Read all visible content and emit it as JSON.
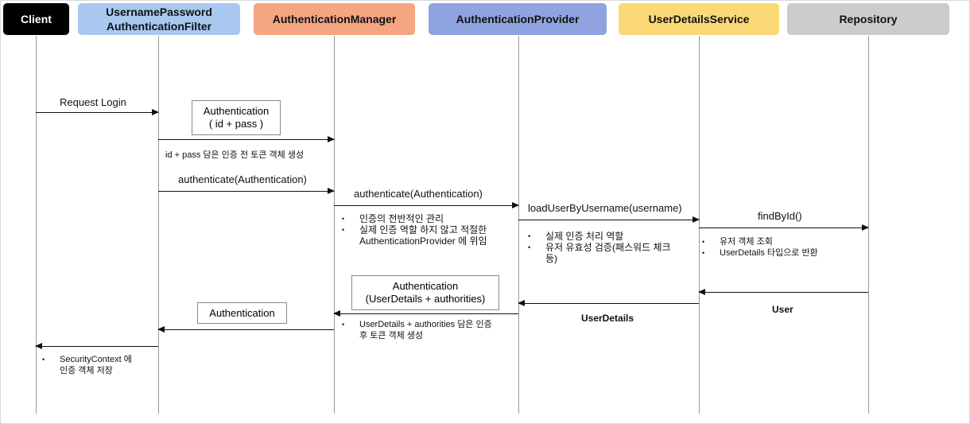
{
  "participants": [
    {
      "id": "client",
      "label": "Client"
    },
    {
      "id": "filter",
      "label": "UsernamePassword\nAuthenticationFilter"
    },
    {
      "id": "manager",
      "label": "AuthenticationManager"
    },
    {
      "id": "provider",
      "label": "AuthenticationProvider"
    },
    {
      "id": "uds",
      "label": "UserDetailsService"
    },
    {
      "id": "repo",
      "label": "Repository"
    }
  ],
  "colors": {
    "client": "#000000",
    "filter": "#a9c8f0",
    "manager": "#f4a582",
    "provider": "#8fa3e0",
    "uds": "#fbd977",
    "repo": "#cccccc"
  },
  "messages": {
    "request_login": "Request Login",
    "auth_box": "Authentication\n( id + pass )",
    "token_note": "id + pass 담은 인증 전 토큰 객체 생성",
    "authenticate_1": "authenticate(Authentication)",
    "authenticate_2": "authenticate(Authentication)",
    "load_user": "loadUserByUsername(username)",
    "find_by_id": "findById()",
    "user_return": "User",
    "userdetails_return": "UserDetails",
    "auth_result_box": "Authentication\n(UserDetails +  authorities)",
    "auth_return_box": "Authentication"
  },
  "notes": {
    "manager_notes": [
      "인증의 전반적인 관리",
      "실제 인증 역할 하지 않고 적절한\nAuthenticationProvider 에 위임"
    ],
    "provider_notes": [
      "실제 인증 처리 역할",
      "유저 유효성 검증(패스워드 체크\n등)"
    ],
    "uds_notes": [
      "유저 객체 조회",
      "UserDetails 타입으로 반환"
    ],
    "manager_return_notes": [
      "UserDetails +  authorities 담은  인증\n후 토큰 객체 생성"
    ],
    "client_notes": [
      "SecurityContext 에\n인증 객체 저장"
    ]
  }
}
